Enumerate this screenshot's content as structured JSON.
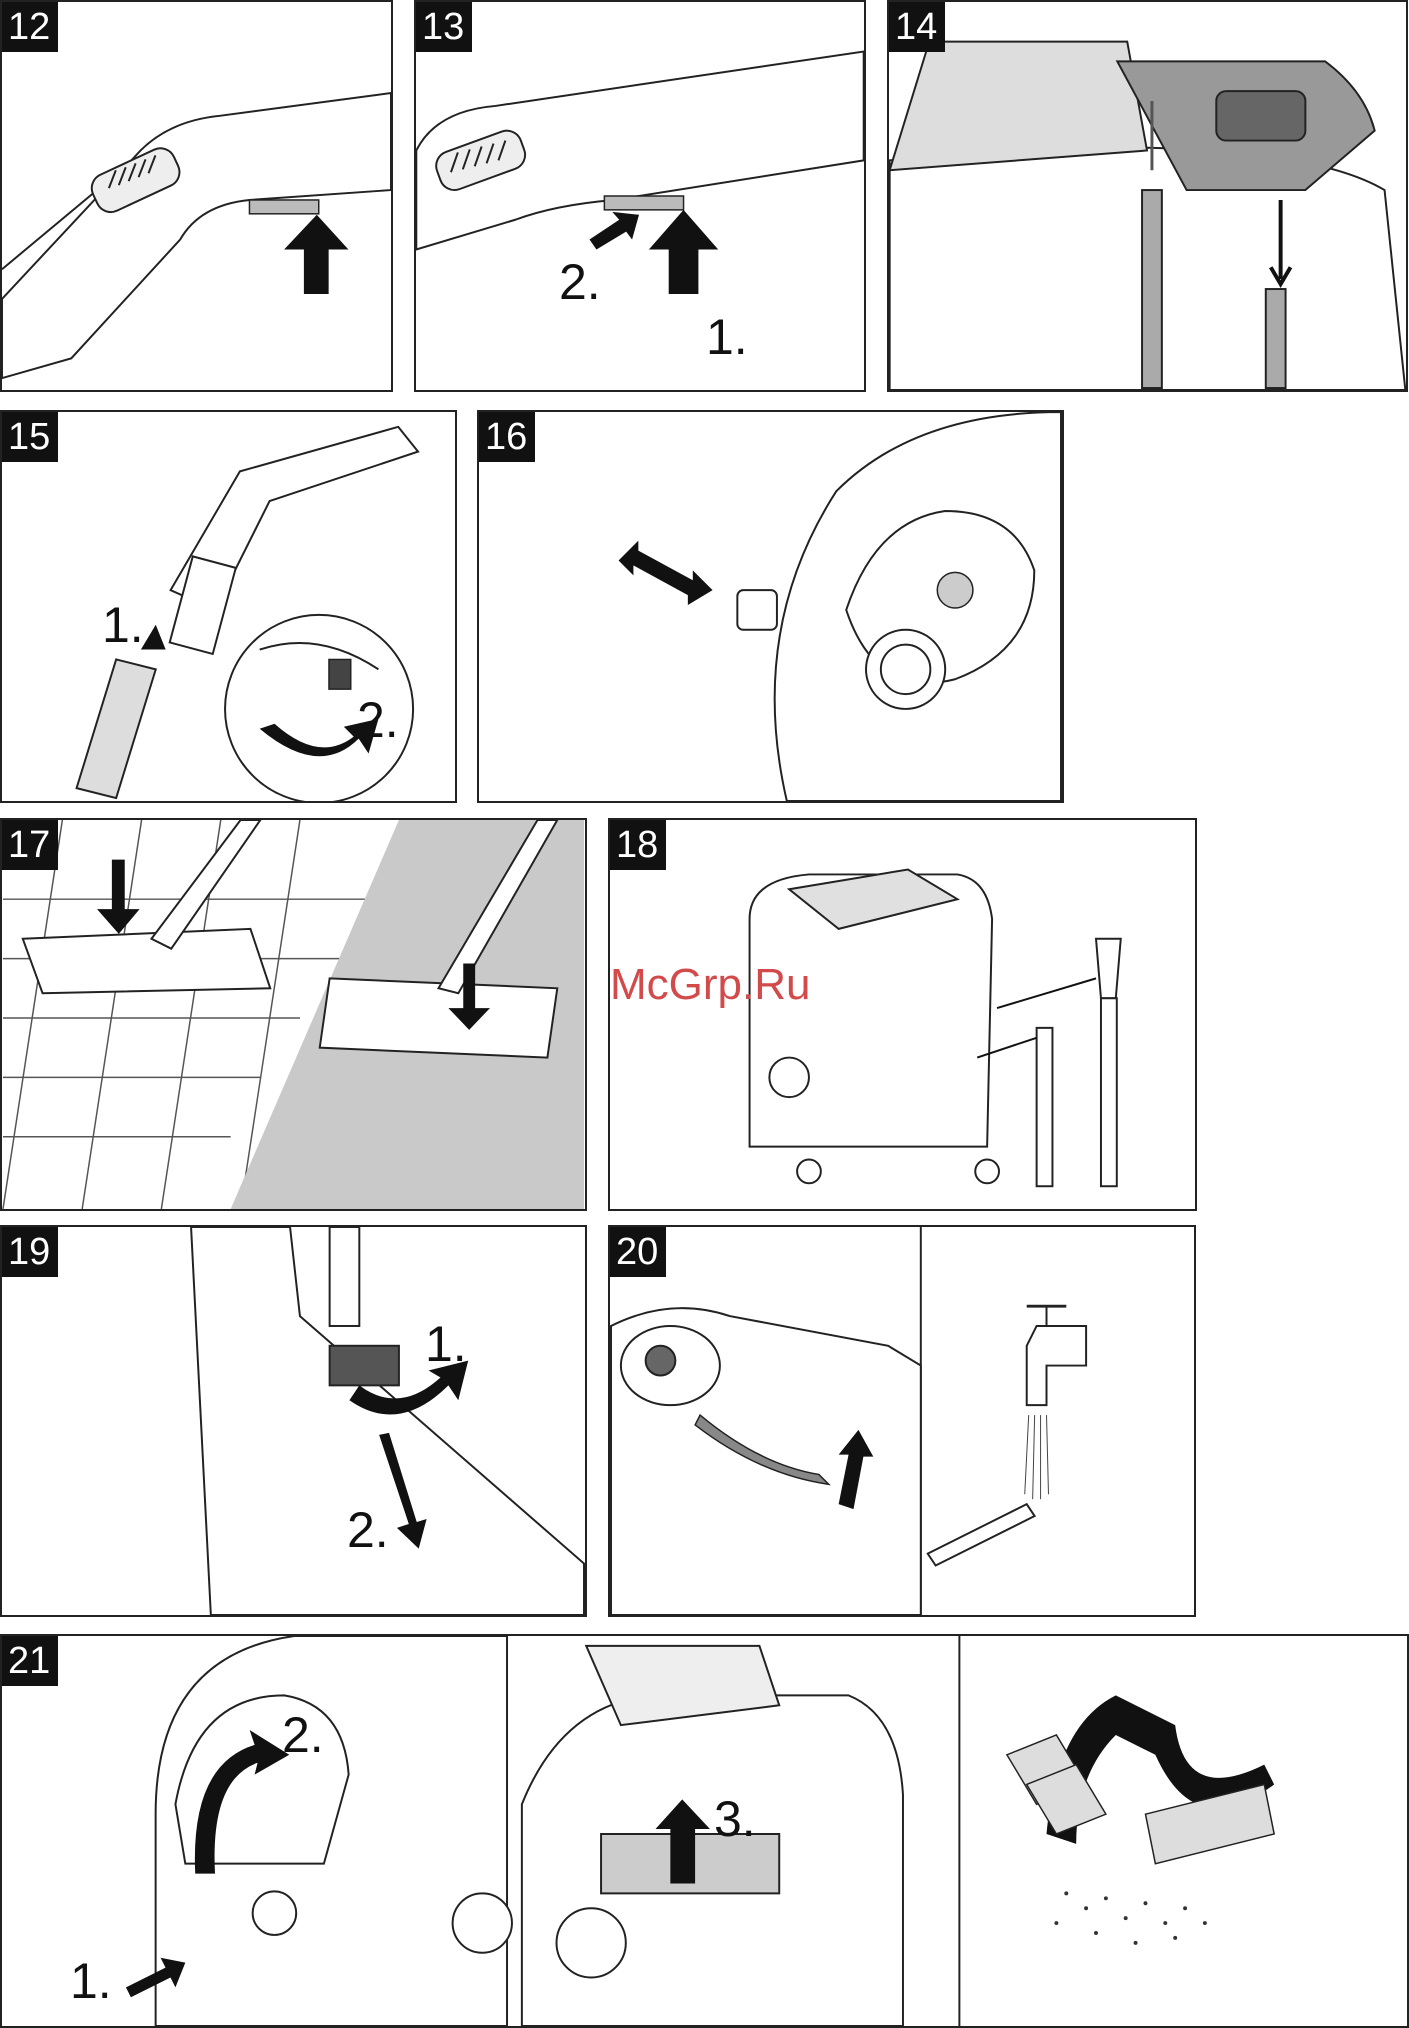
{
  "watermark": "McGrp.Ru",
  "figures": [
    {
      "id": "12",
      "steps": []
    },
    {
      "id": "13",
      "steps": [
        "2.",
        "1."
      ]
    },
    {
      "id": "14",
      "steps": []
    },
    {
      "id": "15",
      "steps": [
        "1.",
        "2."
      ]
    },
    {
      "id": "16",
      "steps": []
    },
    {
      "id": "17",
      "steps": []
    },
    {
      "id": "18",
      "steps": []
    },
    {
      "id": "19",
      "steps": [
        "1.",
        "2."
      ]
    },
    {
      "id": "20",
      "steps": []
    },
    {
      "id": "21",
      "steps": [
        "2.",
        "1.",
        "3."
      ]
    }
  ]
}
